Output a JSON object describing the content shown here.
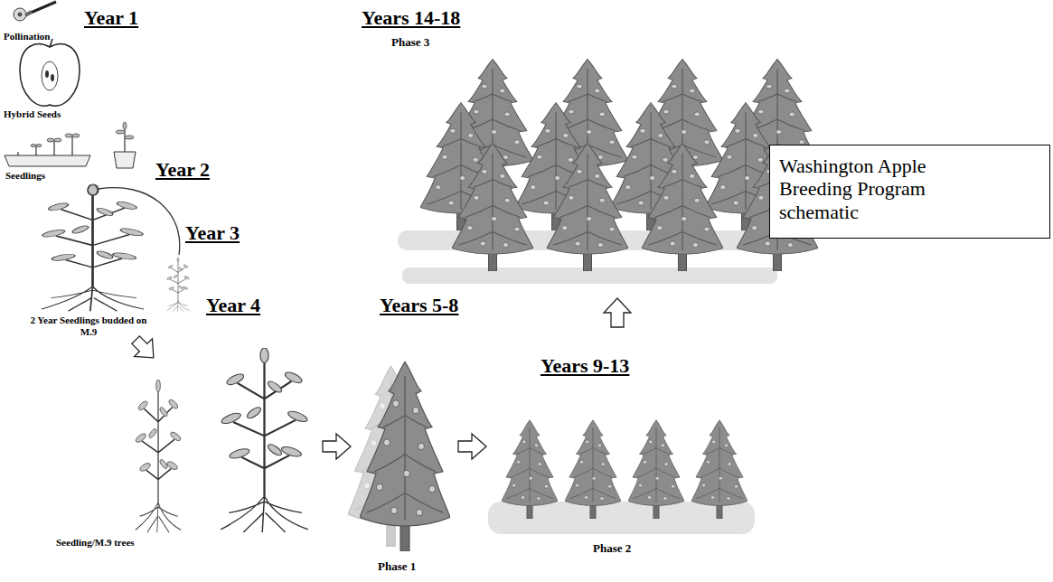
{
  "diagram": {
    "nodes": [
      {
        "text": [
          "Washington Apple Breeding Program schematic"
        ]
      }
    ],
    "labels": [
      "Pollination",
      "Year 1",
      "Hybrid Seeds",
      "Year 2",
      "Seedlings",
      "Year 3",
      "2 Year Seedlings budded on M.9",
      "Year 4",
      "Seedling/M.9 trees",
      "Years 5-8",
      "Phase 1",
      "Years 9-13",
      "Phase 2",
      "Years 14-18",
      "Phase 3"
    ]
  }
}
